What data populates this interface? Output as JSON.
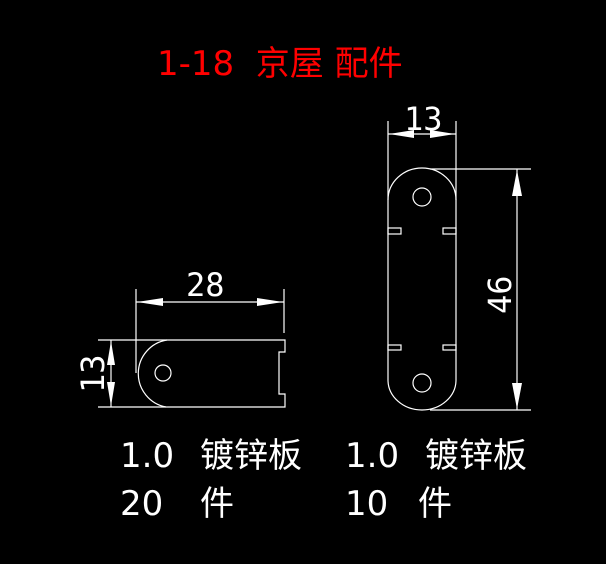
{
  "title": "1-18  京屋 配件",
  "part_a": {
    "dim_length": "28",
    "dim_width": "13",
    "thickness": "1.0",
    "material": "镀锌板",
    "qty": "20",
    "unit": "件"
  },
  "part_b": {
    "dim_width": "13",
    "dim_length": "46",
    "thickness": "1.0",
    "material": "镀锌板",
    "qty": "10",
    "unit": "件"
  },
  "colors": {
    "background": "#000000",
    "title": "#ff0000",
    "lines": "#ffffff"
  }
}
